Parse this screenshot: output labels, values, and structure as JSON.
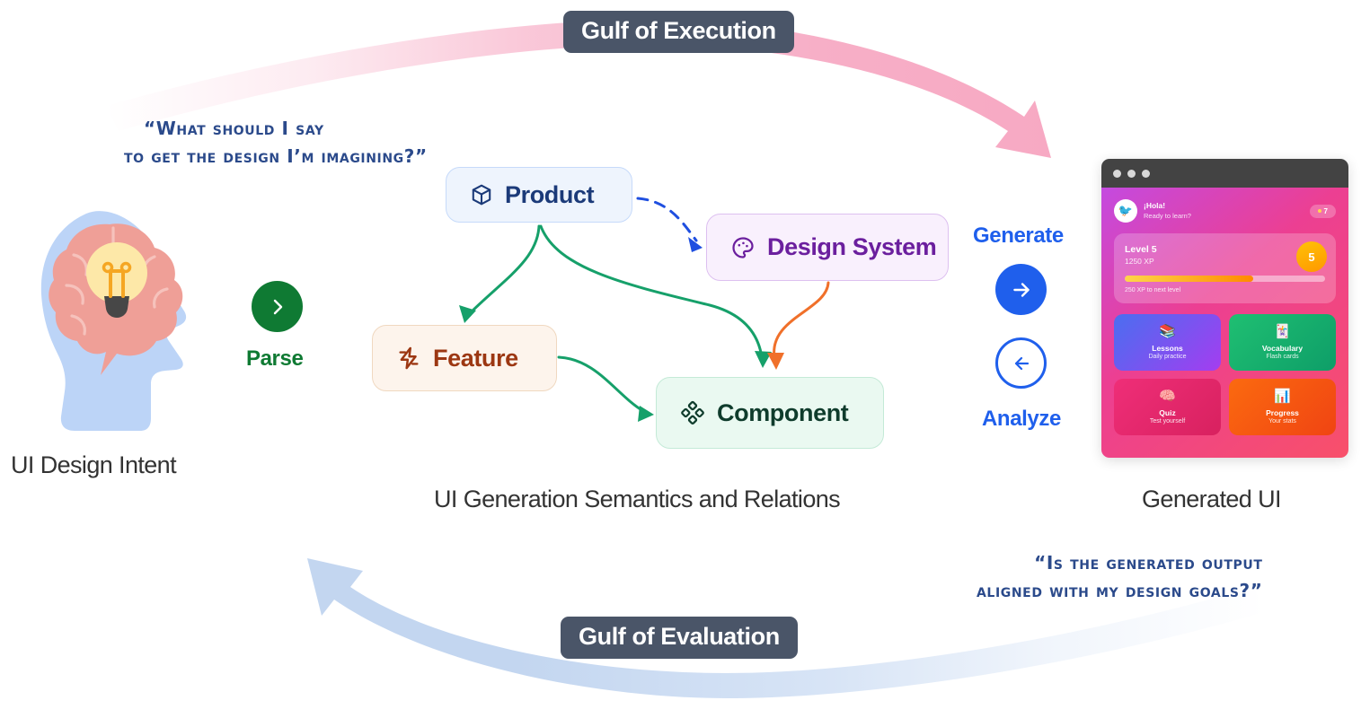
{
  "gulfs": {
    "execution": "Gulf of Execution",
    "evaluation": "Gulf of Evaluation"
  },
  "quotes": {
    "top_line1": "“What should I say",
    "top_line2": "to get the design I’m imagining?”",
    "bottom_line1": "“Is the generated output",
    "bottom_line2": "aligned with my design goals?”"
  },
  "captions": {
    "intent": "UI Design Intent",
    "semantics": "UI Generation Semantics and Relations",
    "generated": "Generated UI"
  },
  "actions": {
    "parse": {
      "label": "Parse",
      "icon": "chevron-right-icon",
      "color": "#0f7a33"
    },
    "generate": {
      "label": "Generate",
      "icon": "arrow-right-icon",
      "color": "#1f5fec"
    },
    "analyze": {
      "label": "Analyze",
      "icon": "arrow-left-icon",
      "color": "#1f5fec"
    }
  },
  "nodes": [
    {
      "id": "product",
      "label": "Product",
      "icon": "package-icon",
      "fill": "#eef4fd",
      "stroke": "#c6dafa",
      "text": "#1b3a79"
    },
    {
      "id": "design_system",
      "label": "Design System",
      "icon": "palette-icon",
      "fill": "#f9f0fd",
      "stroke": "#ddc0f0",
      "text": "#6b1f9e"
    },
    {
      "id": "feature",
      "label": "Feature",
      "icon": "lightning-icon",
      "fill": "#fdf4ec",
      "stroke": "#f0d8c0",
      "text": "#9c3712"
    },
    {
      "id": "component",
      "label": "Component",
      "icon": "diamond-cluster-icon",
      "fill": "#eaf9f1",
      "stroke": "#c4ead7",
      "text": "#0f3c2c"
    }
  ],
  "edges": [
    {
      "from": "product",
      "to": "design_system",
      "style": "dashed",
      "color": "#1f4fe0"
    },
    {
      "from": "product",
      "to": "feature",
      "style": "solid",
      "color": "#16a06a"
    },
    {
      "from": "product",
      "to": "component",
      "style": "solid",
      "color": "#16a06a"
    },
    {
      "from": "feature",
      "to": "component",
      "style": "solid",
      "color": "#16a06a"
    },
    {
      "from": "design_system",
      "to": "component",
      "style": "solid",
      "color": "#f0702a"
    }
  ],
  "flow_arrows": [
    {
      "name": "execution-arrow",
      "direction": "left-to-right",
      "color": "#f7afc7"
    },
    {
      "name": "evaluation-arrow",
      "direction": "right-to-left",
      "color": "#c7d9f2"
    }
  ],
  "intent_illustration": {
    "name": "brain-lightbulb-head-icon",
    "head_color": "#bcd4f7",
    "brain_color": "#ef9f97",
    "bulb_color": "#fde8a8"
  },
  "mockup": {
    "window_dots": 3,
    "greeting": "¡Hola!",
    "greeting_sub": "Ready to learn?",
    "avatar_icon": "bird-avatar-icon",
    "streak_count": "7",
    "level_title": "Level 5",
    "level_xp": "1250 XP",
    "level_badge": "5",
    "progress_percent": 64,
    "next_level_note": "250 XP to next level",
    "cards": [
      {
        "title": "Lessons",
        "subtitle": "Daily practice",
        "icon": "📚",
        "gradient": "linear-gradient(135deg,#4a6ef0,#a43df0)"
      },
      {
        "title": "Vocabulary",
        "subtitle": "Flash cards",
        "icon": "🃏",
        "gradient": "linear-gradient(135deg,#1fbf72,#0e9e68)"
      },
      {
        "title": "Quiz",
        "subtitle": "Test yourself",
        "icon": "🧠",
        "gradient": "linear-gradient(135deg,#ef2e78,#d8215f)"
      },
      {
        "title": "Progress",
        "subtitle": "Your stats",
        "icon": "📊",
        "gradient": "linear-gradient(135deg,#fb6a10,#f04412)"
      }
    ]
  }
}
